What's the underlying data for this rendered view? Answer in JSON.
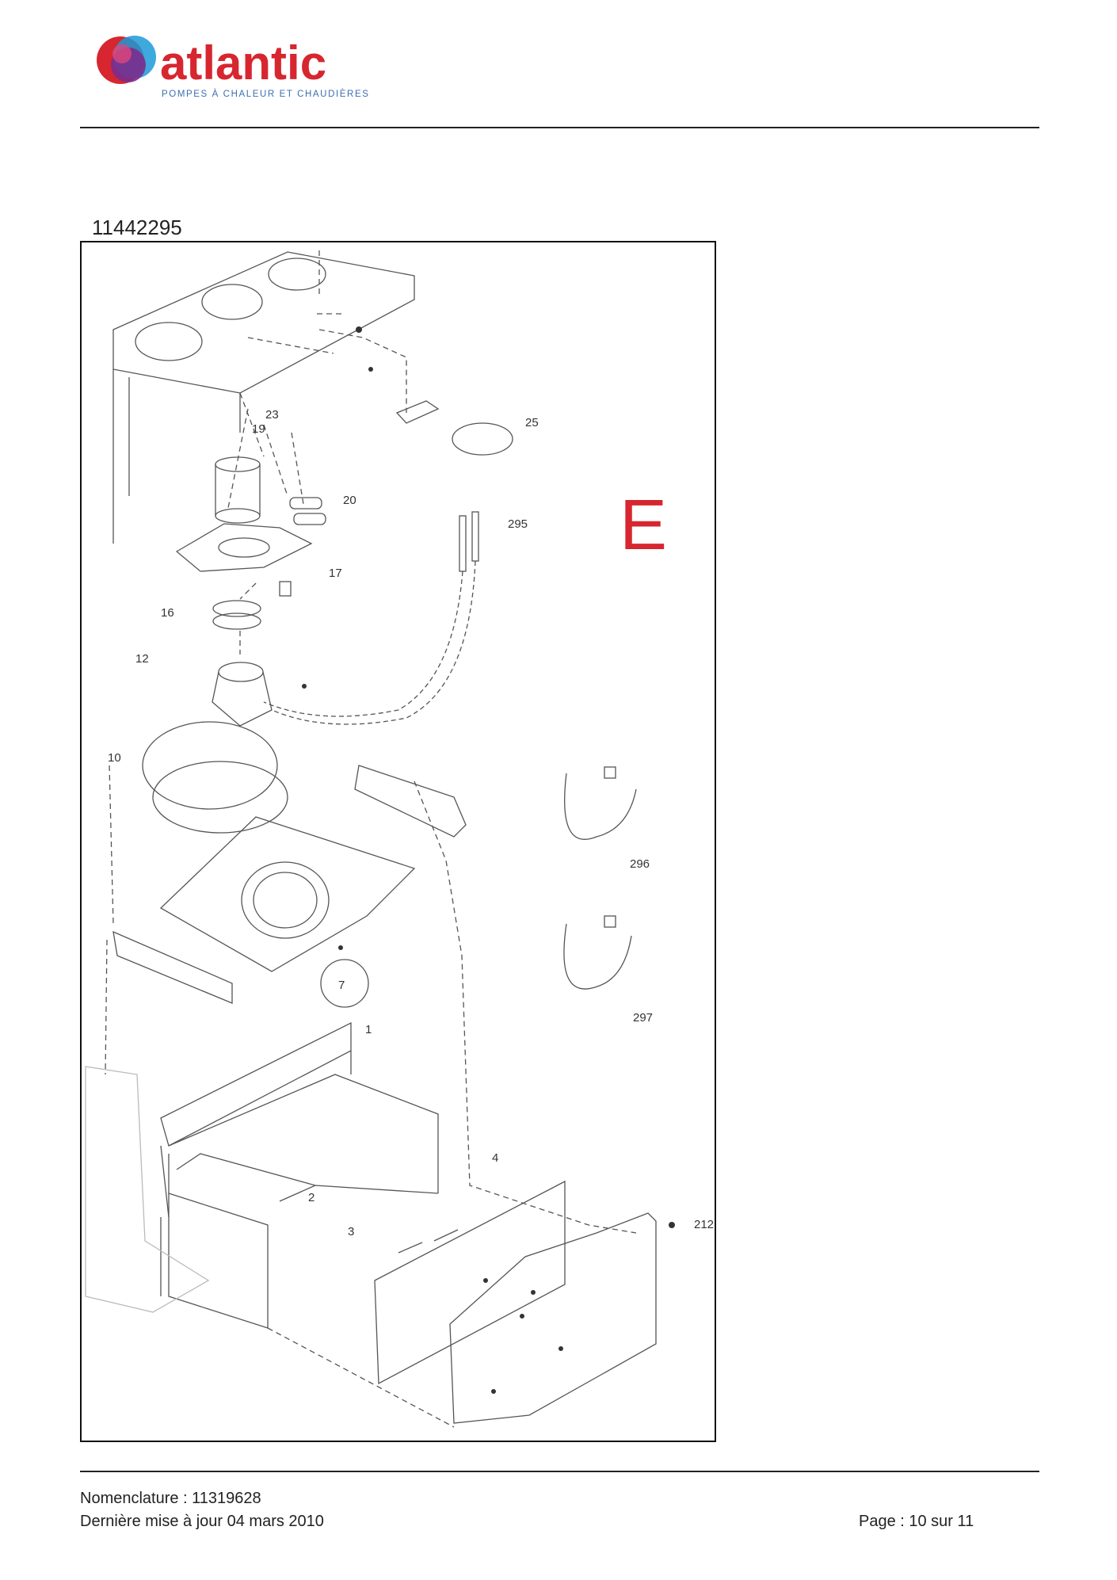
{
  "header": {
    "brand": "atlantic",
    "tagline": "POMPES À CHALEUR ET CHAUDIÈRES",
    "brand_color": "#d7262f",
    "tagline_color": "#3a6fb0"
  },
  "document": {
    "reference": "11442295",
    "section_letter": "E",
    "section_color": "#d7262f"
  },
  "diagram": {
    "part_labels": [
      "19",
      "23",
      "25",
      "20",
      "295",
      "17",
      "16",
      "12",
      "10",
      "7",
      "296",
      "297",
      "1",
      "2",
      "3",
      "4",
      "212"
    ]
  },
  "footer": {
    "nomenclature": "Nomenclature : 11319628",
    "updated": "Dernière mise à jour 04 mars 2010",
    "page": "Page : 10 sur 11"
  }
}
